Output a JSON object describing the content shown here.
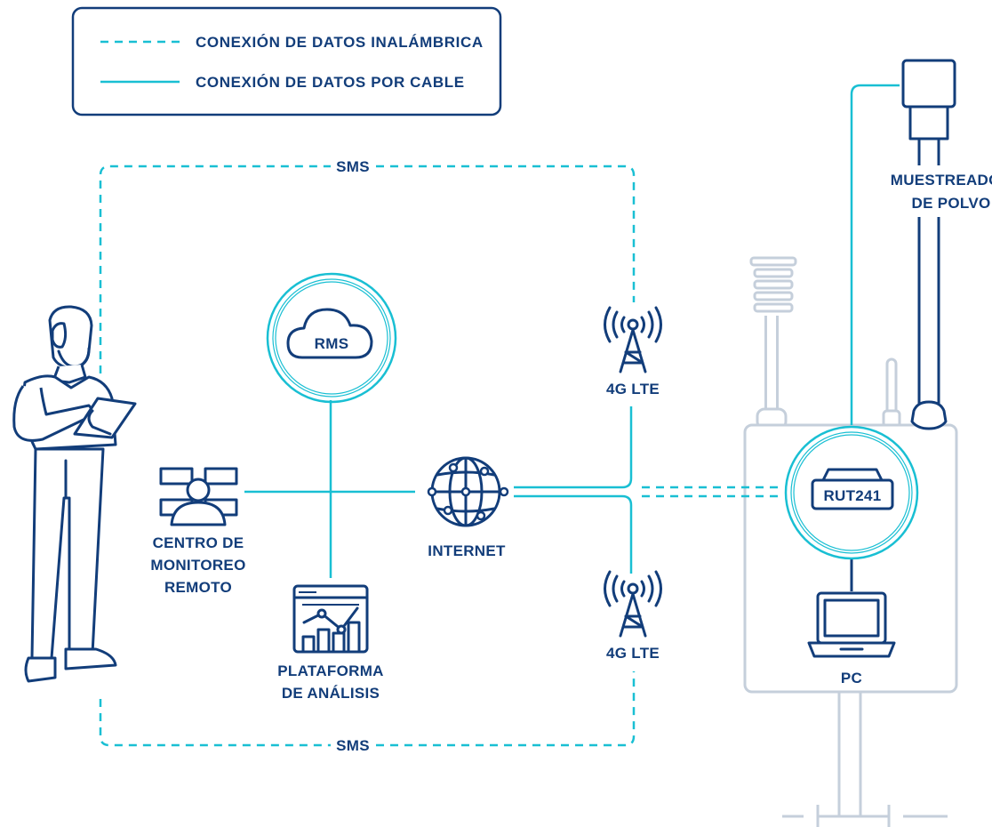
{
  "legend": {
    "wireless_label": "CONEXIÓN DE DATOS INALÁMBRICA",
    "wired_label": "CONEXIÓN DE DATOS POR CABLE"
  },
  "labels": {
    "sms_top": "SMS",
    "sms_bottom": "SMS",
    "rms": "RMS",
    "lte_top": "4G LTE",
    "lte_bottom": "4G LTE",
    "internet": "INTERNET",
    "monitoring_line1": "CENTRO DE",
    "monitoring_line2": "MONITOREO",
    "monitoring_line3": "REMOTO",
    "analytics_line1": "PLATAFORMA",
    "analytics_line2": "DE ANÁLISIS",
    "router": "RUT241",
    "pc": "PC",
    "dust_line1": "MUESTREADOR",
    "dust_line2": "DE POLVO"
  },
  "colors": {
    "navy": "#123d7a",
    "cyan": "#19bfd3",
    "grey": "#c5cfdb"
  },
  "icons": [
    "person-icon",
    "cloud-icon",
    "cell-tower-icon",
    "globe-network-icon",
    "operator-icon",
    "analytics-dashboard-icon",
    "router-icon",
    "laptop-icon",
    "dust-sampler-icon",
    "weather-station-icon"
  ]
}
